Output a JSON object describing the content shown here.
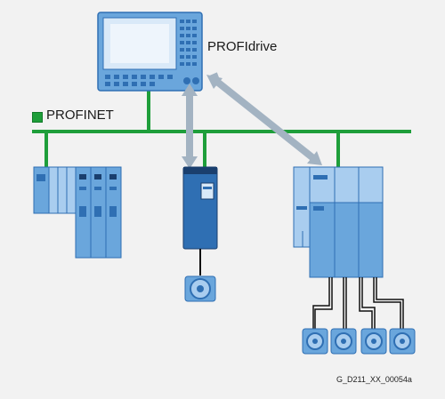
{
  "labels": {
    "profidrive": "PROFIdrive",
    "profinet": "PROFINET",
    "figure_id": "G_D211_XX_00054a"
  },
  "colors": {
    "background": "#f2f2f2",
    "bus": "#1e9e3a",
    "device_light": "#a9cdef",
    "device_mid": "#6aa6dc",
    "device_dark": "#2f6fb3",
    "arrow": "#a3b3c2"
  }
}
